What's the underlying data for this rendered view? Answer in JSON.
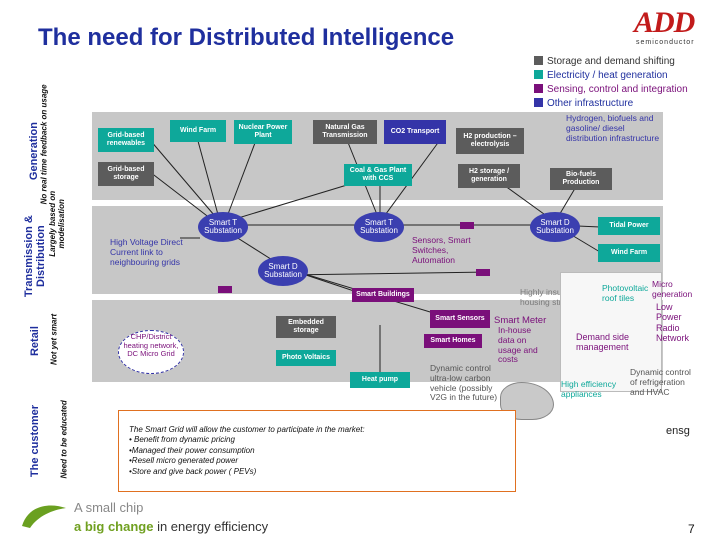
{
  "title": "The need for Distributed Intelligence",
  "logo": {
    "brand": "ADD",
    "sub": "semiconductor"
  },
  "legend": [
    {
      "label": "Storage and demand shifting",
      "color": "#5c5c5c",
      "text_color": "#333333"
    },
    {
      "label": "Electricity / heat generation",
      "color": "#0ea89a",
      "text_color": "#1f2f9e"
    },
    {
      "label": "Sensing, control and integration",
      "color": "#7a0f7a",
      "text_color": "#7a0f7a"
    },
    {
      "label": "Other infrastructure",
      "color": "#3434a8",
      "text_color": "#1f2f9e"
    }
  ],
  "sections": {
    "generation": {
      "label": "Generation",
      "note": "No real time feedback on usage"
    },
    "transmission": {
      "label": "Transmission & Distribution",
      "note": "Largely based on modelisation"
    },
    "retail": {
      "label": "Retail",
      "note": "Not yet smart"
    },
    "customer": {
      "label": "The customer",
      "note": "Need to be educated"
    }
  },
  "generation_boxes": {
    "grid_renewables": "Grid-based renewables",
    "wind_farm": "Wind Farm",
    "nuclear": "Nuclear Power Plant",
    "natural_gas": "Natural Gas Transmission",
    "co2": "CO2 Transport",
    "h2_prod": "H2 production – electrolysis",
    "grid_storage": "Grid-based storage",
    "coal_gas": "Coal & Gas Plant with CCS",
    "h2_storage": "H2 storage / generation",
    "biofuels": "Bio-fuels Production",
    "hydrogen_text": "Hydrogen, biofuels and gasoline/ diesel distribution infrastructure"
  },
  "transmission": {
    "sub1": "Smart T Substation",
    "sub2": "Smart T Substation",
    "sub3": "Smart D Substation",
    "sub4": "Smart D Substation",
    "hvdc": "High Voltage Direct Current link to neighbouring grids",
    "sensors": "Sensors, Smart Switches, Automation",
    "tidal": "Tidal Power",
    "windfarm2": "Wind Farm"
  },
  "retail": {
    "smart_buildings": "Smart Buildings",
    "embedded_storage": "Embedded storage",
    "smart_sensors": "Smart Sensors",
    "smart_homes": "Smart Homes",
    "photo_voltaics": "Photo Voltaics",
    "heat_pump": "Heat pump",
    "chp": "CHP/District heating network, DC Micro Grid",
    "smart_meter": "Smart Meter",
    "inhouse": "In-house data on usage and costs",
    "insulated": "Highly insulated housing structure",
    "pv_roof": "Photovoltaic roof tiles",
    "micro_gen": "Micro generation",
    "low_power": "Low Power Radio Network",
    "demand_side": "Demand side management",
    "high_eff": "High efficiency appliances",
    "dynamic_control": "Dynamic control of refrigeration and HVAC",
    "dynamic_vehicle": "Dynamic control ultra-low carbon vehicle (possibly V2G in the future)"
  },
  "customer_text": {
    "intro": "The Smart Grid will allow the customer to participate in the market:",
    "items": [
      "• Benefit from dynamic pricing",
      "•Managed their power consumption",
      "•Resell micro generated power",
      "•Store and give back power ( PEVs)"
    ]
  },
  "ensg": "ensg",
  "footer": {
    "line1": "A small chip",
    "line2_bold": "a big change",
    "line2_rest": " in energy efficiency"
  },
  "page_number": "7"
}
